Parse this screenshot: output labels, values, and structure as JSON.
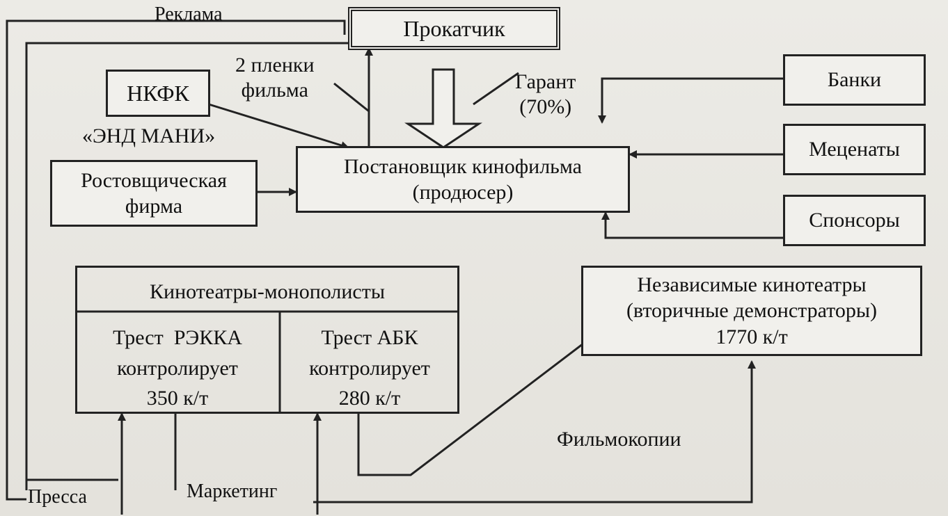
{
  "nodes": {
    "distributor": "Прокатчик",
    "nkfk": "НКФК",
    "end_money": "«ЭНД МАНИ»",
    "usury_firm": "Ростовщическая\nфирма",
    "producer": "Постановщик кинофильма\n(продюсер)",
    "banks": "Банки",
    "patrons": "Меценаты",
    "sponsors": "Спонсоры",
    "monopolies_title": "Кинотеатры-монополисты",
    "trust_rkka": "Трест  РЭККА\nконтролирует\n350 к/т",
    "trust_abk": "Трест АБК\nконтролирует\n280 к/т",
    "independent": "Независимые кинотеатры\n(вторичные демонстраторы)\n1770 к/т"
  },
  "labels": {
    "advertising": "Реклама",
    "two_copies": "2 пленки\nфильма",
    "guarantee": "Гарант\n(70%)",
    "film_copies": "Фильмокопии",
    "press": "Пресса",
    "marketing": "Маркетинг"
  },
  "colors": {
    "ink": "#222222",
    "paper": "#f1f0ec"
  }
}
